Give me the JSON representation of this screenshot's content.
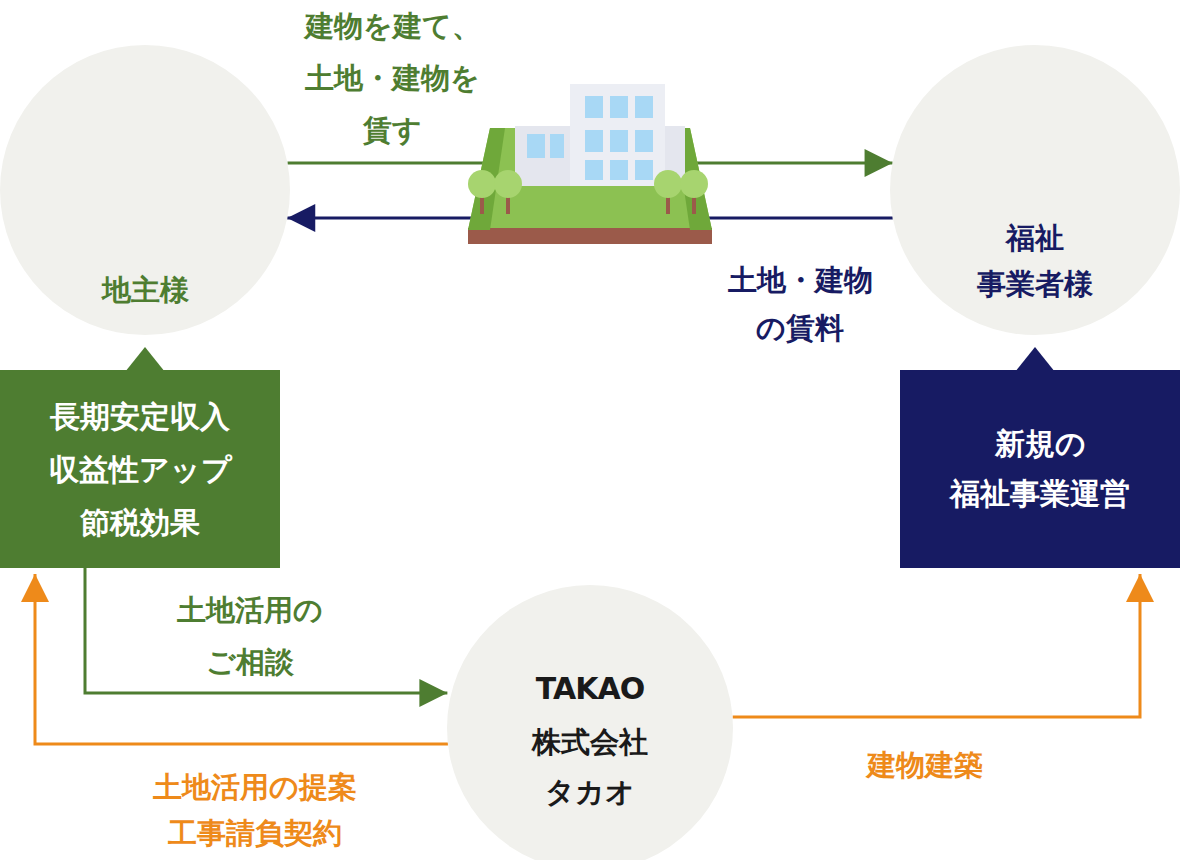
{
  "diagram": {
    "nodes": [
      {
        "text": [
          "地主様"
        ]
      },
      {
        "text": [
          "福祉 事業者様"
        ]
      },
      {
        "text": [
          "長期安定収入 収益性アップ 節税効果"
        ]
      },
      {
        "text": [
          "新規の 福祉事業運営"
        ]
      },
      {
        "text": [
          "TAKAO",
          "株式会社 タカオ"
        ]
      }
    ],
    "edges": [
      {
        "from": 0,
        "to": 1,
        "label": "建物を建て、 土地・建物を 賃す",
        "arrow": "to"
      },
      {
        "from": 1,
        "to": 0,
        "label": "土地・建物 の賃料",
        "arrow": "to"
      },
      {
        "from": 2,
        "to": 4,
        "label": "土地活用の ご相談",
        "arrow": "to"
      },
      {
        "from": 4,
        "to": 2,
        "label": "土地活用の提案 工事請負契約",
        "arrow": "to"
      },
      {
        "from": 4,
        "to": 3,
        "label": "建物建築",
        "arrow": "to"
      }
    ]
  }
}
